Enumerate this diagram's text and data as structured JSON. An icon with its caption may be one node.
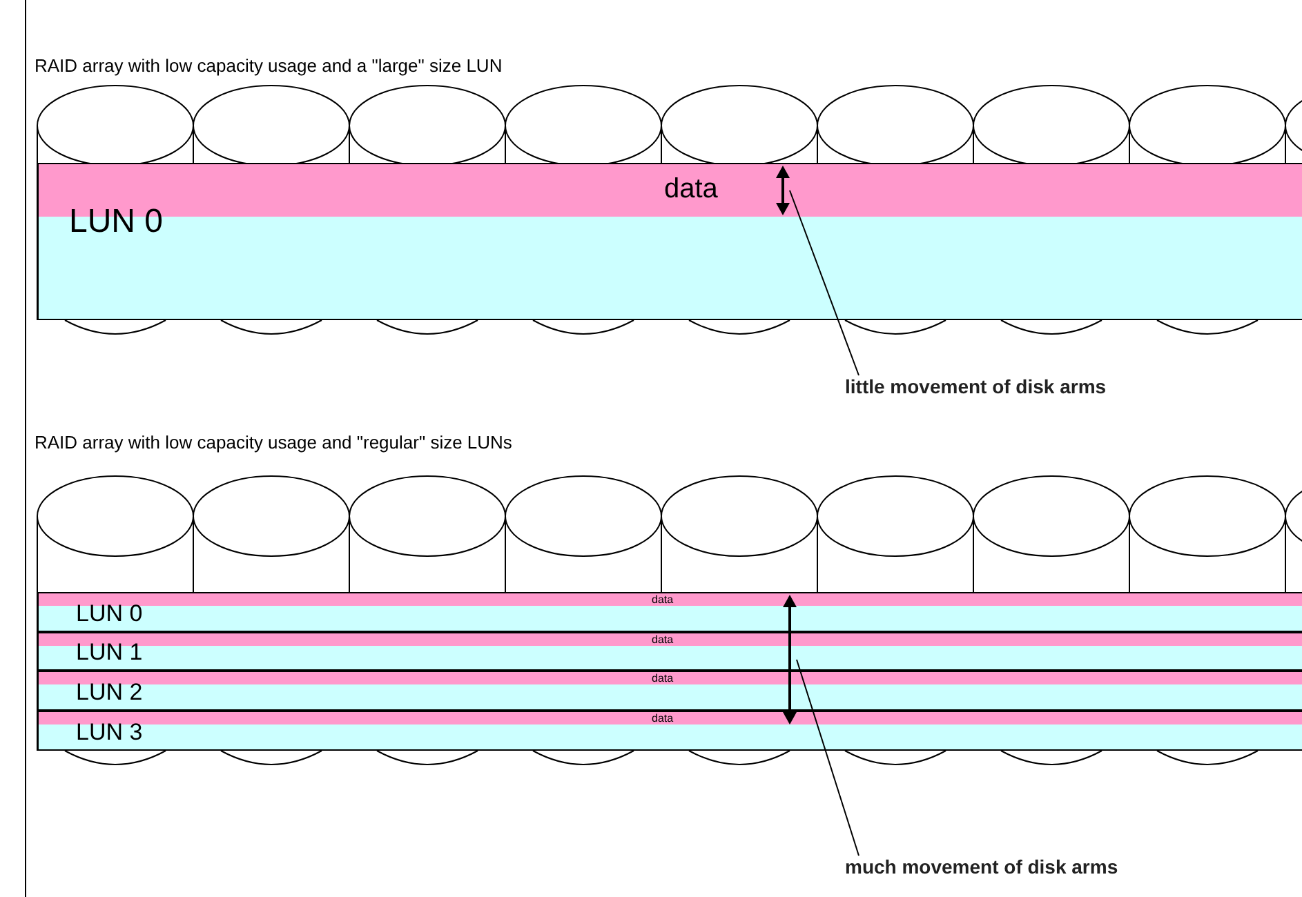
{
  "diagram": {
    "nodes": [
      {
        "text": [
          "LUN 0"
        ]
      },
      {
        "text": [
          "data"
        ],
        "in": 0
      },
      {
        "text": [],
        "shape": "arrow",
        "in": 1
      },
      {
        "text": [
          "little movement of disk arms"
        ]
      },
      {
        "text": [
          "LUN 0"
        ]
      },
      {
        "text": [
          "data"
        ],
        "in": 4
      },
      {
        "text": [
          "LUN 1"
        ]
      },
      {
        "text": [
          "data"
        ],
        "in": 6
      },
      {
        "text": [
          "LUN 2"
        ]
      },
      {
        "text": [
          "data"
        ],
        "in": 8
      },
      {
        "text": [
          "LUN 3"
        ]
      },
      {
        "text": [
          "data"
        ],
        "in": 10
      },
      {
        "text": [],
        "shape": "arrow"
      },
      {
        "text": [
          "much movement of disk arms"
        ]
      }
    ],
    "edges": [
      {
        "from": 3,
        "to": 2,
        "arrow": "none"
      },
      {
        "from": 13,
        "to": 12,
        "arrow": "none"
      }
    ],
    "labels": [
      "RAID array with low capacity usage and a \"large\" size LUN",
      "RAID array with low capacity usage and \"regular\" size LUNs"
    ]
  }
}
